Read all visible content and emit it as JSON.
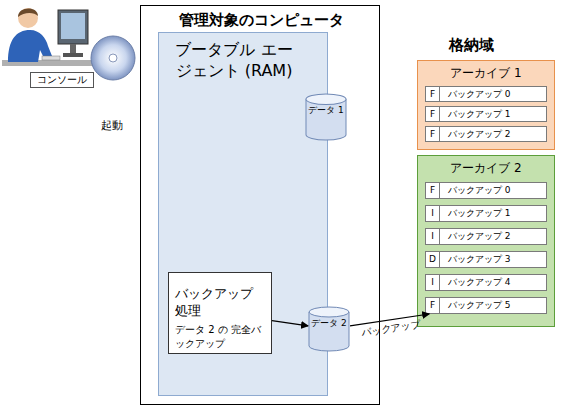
{
  "diagram": {
    "nodes": [
      {
        "text": [
          "コンソール"
        ]
      },
      {
        "text": [
          "管理対象のコンピュータ"
        ]
      },
      {
        "text": [
          "ブータブル エージェント (RAM)"
        ],
        "in": 1
      },
      {
        "text": [
          "バックアップ処理",
          "データ 2 の 完全バックアップ"
        ],
        "in": 2
      },
      {
        "text": [
          "データ 1"
        ],
        "in": 1
      },
      {
        "text": [
          "データ 2"
        ],
        "in": 1
      },
      {
        "text": [
          "アーカイブ 1"
        ]
      },
      {
        "text": [
          "F",
          "バックアップ 0"
        ],
        "in": 6
      },
      {
        "text": [
          "F",
          "バックアップ 1"
        ],
        "in": 6
      },
      {
        "text": [
          "F",
          "バックアップ 2"
        ],
        "in": 6
      },
      {
        "text": [
          "アーカイブ 2"
        ]
      },
      {
        "text": [
          "F",
          "バックアップ 0"
        ],
        "in": 10
      },
      {
        "text": [
          "I",
          "バックアップ 1"
        ],
        "in": 10
      },
      {
        "text": [
          "I",
          "バックアップ 2"
        ],
        "in": 10
      },
      {
        "text": [
          "D",
          "バックアップ 3"
        ],
        "in": 10
      },
      {
        "text": [
          "I",
          "バックアップ 4"
        ],
        "in": 10
      },
      {
        "text": [
          "F",
          "バックアップ 5"
        ],
        "in": 10
      }
    ],
    "edges": [
      {
        "from": 3,
        "to": 5,
        "arrow": "to"
      },
      {
        "from": 5,
        "to": 16,
        "label": "バックアップ",
        "arrow": "to"
      }
    ],
    "labels": [
      "起動",
      "格納域"
    ]
  }
}
